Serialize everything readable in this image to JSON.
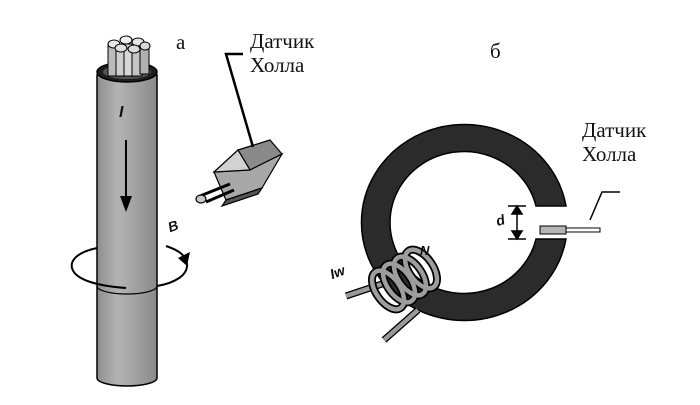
{
  "labels": {
    "panel_a": "а",
    "panel_b": "б",
    "hall_sensor_a": [
      "Датчик",
      "Холла"
    ],
    "hall_sensor_b": [
      "Датчик",
      "Холла"
    ]
  },
  "symbols": {
    "current": "I",
    "field": "B",
    "gap": "d",
    "turns": "N",
    "coil_current": "Iw"
  },
  "colors": {
    "conductor_fill": "#a9a9a9",
    "core_fill": "#2b2b2b",
    "wire_fill": "#8c8c8c",
    "line": "#000000"
  }
}
